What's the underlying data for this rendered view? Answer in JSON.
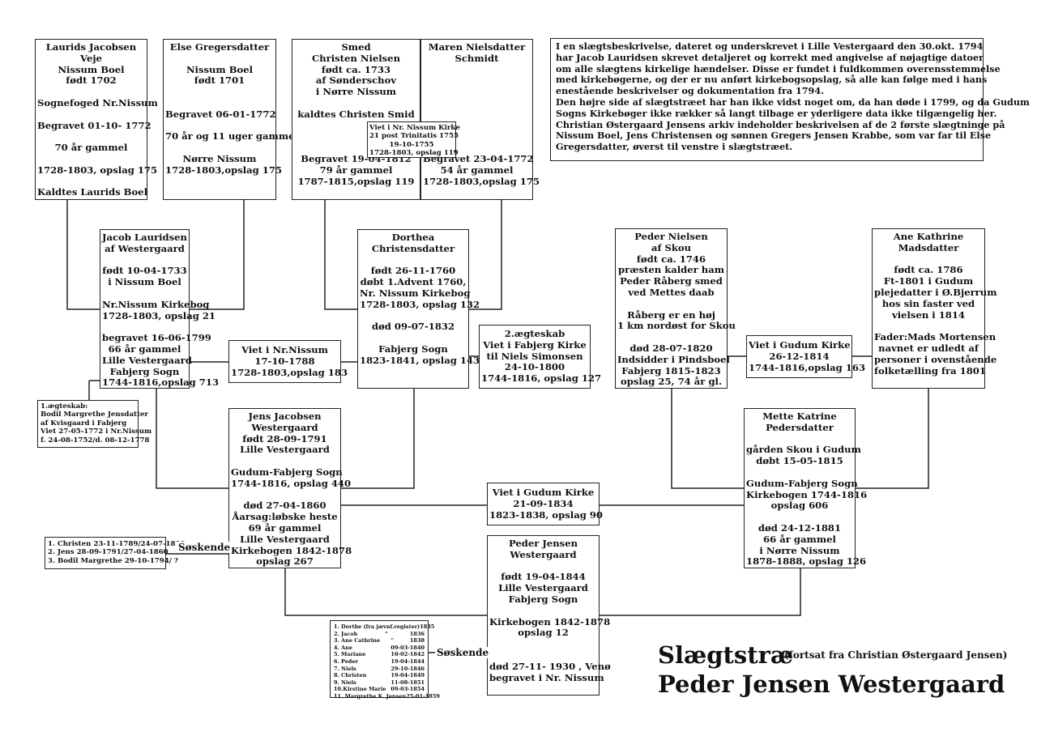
{
  "persons": {
    "laurids": [
      "Laurids Jacobsen",
      "Veje",
      "Nissum Boel",
      "født 1702",
      "",
      "Sognefoged Nr.Nissum",
      "",
      "Begravet 01-10- 1772",
      "",
      "70 år gammel",
      "",
      "1728-1803, opslag 175",
      "",
      "Kaldtes Laurids Boel"
    ],
    "else": [
      "Else Gregersdatter",
      "",
      "Nissum Boel",
      "født 1701",
      "",
      "",
      "Begravet 06-01-1772",
      "",
      "70 år og 11 uger gammel",
      "",
      "Nørre Nissum",
      "1728-1803,opslag 175"
    ],
    "christen": [
      "Smed",
      "Christen Nielsen",
      "født ca. 1733",
      "af Sønderschov",
      "i Nørre Nissum",
      "",
      "kaldtes Christen Smid",
      "",
      "",
      "",
      "Begravet 19-04-1812",
      "79 år gammel",
      "1787-1815,opslag 119"
    ],
    "maren": [
      "Maren Nielsdatter",
      "Schmidt",
      "",
      "",
      "",
      "",
      "",
      "",
      "",
      "",
      "Begravet 23-04-1772",
      "54 år gammel",
      "1728-1803,opslag 175"
    ],
    "jacob": [
      "Jacob Lauridsen",
      "af Westergaard",
      "",
      "født 10-04-1733",
      "i Nissum Boel",
      "",
      "Nr.Nissum Kirkebog",
      "1728-1803, opslag 21",
      "",
      "begravet 16-06-1799",
      "66 år gammel",
      "Lille Vestergaard",
      "Fabjerg Sogn",
      "1744-1816,opslag 713"
    ],
    "dorthea": [
      "Dorthea",
      "Christensdatter",
      "",
      "født 26-11-1760",
      "døbt 1.Advent 1760,",
      "Nr. Nissum Kirkebog",
      "1728-1803, opslag 132",
      "",
      "død 09-07-1832",
      "",
      "Fabjerg Sogn",
      "1823-1841, opslag 143"
    ],
    "peder_n": [
      "Peder Nielsen",
      "af Skou",
      "født ca. 1746",
      "præsten kalder ham",
      "Peder Råberg smed",
      "ved Mettes daab",
      "",
      "Råberg er en høj",
      "1 km nordøst for Skou",
      "",
      "død 28-07-1820",
      "Indsidder i Pindsboel",
      "Fabjerg 1815-1823",
      "opslag 25, 74 år gl."
    ],
    "ane": [
      "Ane Kathrine",
      "Madsdatter",
      "",
      "født ca. 1786",
      "Ft-1801 i Gudum",
      "plejedatter i Ø.Bjerrum",
      "hos sin faster ved",
      "vielsen i 1814",
      "",
      "Fader:Mads Mortensen",
      "navnet er udledt af",
      "personer i ovenstående",
      "folketælling fra 1801"
    ],
    "jens": [
      "Jens Jacobsen",
      "Westergaard",
      "født 28-09-1791",
      "Lille Vestergaard",
      "",
      "Gudum-Fabjerg Sogn",
      "1744-1816, opslag 440",
      "",
      "død 27-04-1860",
      "Åarsag:løbske heste",
      "69 år gammel",
      "Lille Vestergaard",
      "Kirkebogen 1842-1878",
      "opslag 267"
    ],
    "mette": [
      "Mette Katrine",
      "Pedersdatter",
      "",
      "gården Skou i Gudum",
      "døbt 15-05-1815",
      "",
      "Gudum-Fabjerg Sogn",
      "Kirkebogen 1744-1816",
      "opslag 606",
      "",
      "død 24-12-1881",
      "66 år gammel",
      "i Nørre Nissum",
      "1878-1888, opslag 126"
    ],
    "peder_j": [
      "Peder Jensen",
      "Westergaard",
      "",
      "født 19-04-1844",
      "Lille Vestergaard",
      "Fabjerg Sogn",
      "",
      "Kirkebogen 1842-1878",
      "opslag 12",
      "",
      "",
      "død 27-11- 1930 , Venø",
      "begravet i Nr. Nissum"
    ]
  },
  "marriages": {
    "christen_maren": [
      "Viet i Nr. Nissum Kirke",
      "21 post Trinitatis 1755",
      "19-10-1755",
      "1728-1803, opslag 119"
    ],
    "jacob_dorthea": [
      "Viet i Nr.Nissum",
      "17-10-1788",
      "1728-1803,opslag 183"
    ],
    "dorthea_second": [
      "2.ægteskab",
      "Viet i Fabjerg Kirke",
      "til Niels Simonsen",
      "24-10-1800",
      "1744-1816, opslag 127"
    ],
    "jacob_first": [
      "1.ægteskab:",
      "Bodil Margrethe Jensdatter",
      "af Kvisgaard i Fabjerg",
      "Viet 27-05-1772 i Nr.Nissum",
      "f. 24-08-1752/d. 08-12-1778"
    ],
    "peder_ane": [
      "Viet i Gudum Kirke",
      "26-12-1814",
      "1744-1816,opslag 163"
    ],
    "jens_mette": [
      "Viet i Gudum Kirke",
      "21-09-1834",
      "1823-1838, opslag 90"
    ]
  },
  "siblings_jens": {
    "label": "Søskende",
    "items": [
      "1. Christen 23-11-1789/24-07-1810",
      "2. Jens 28-09-1791/27-04-1860",
      "3. Bodil Margrethe 29-10-1794/ ?"
    ]
  },
  "siblings_peder": {
    "label": "Søskende",
    "items": [
      {
        "name": "1. Dorthe (fra jævnf.register)",
        "date": "1835"
      },
      {
        "name": "2. Jacob               \"",
        "date": "1836"
      },
      {
        "name": "3. Ane Cathrine      \"",
        "date": "1838"
      },
      {
        "name": "4. Ane",
        "date": "09-03-1840"
      },
      {
        "name": "5. Mariane",
        "date": "10-02-1842"
      },
      {
        "name": "6. Peder",
        "date": "19-04-1844"
      },
      {
        "name": "7. Niels",
        "date": "29-10-1846"
      },
      {
        "name": "8. Christen",
        "date": "19-04-1849"
      },
      {
        "name": "9. Niels",
        "date": "11-08-1851"
      },
      {
        "name": "10.Kirstine Marie",
        "date": "09-03-1854"
      },
      {
        "name": "11. Margrethe K. Jensen",
        "date": "25-01-1859"
      }
    ]
  },
  "note": [
    "I en slægtsbeskrivelse, dateret og underskrevet i Lille Vestergaard den 30.okt. 1794",
    "har Jacob Lauridsen skrevet detaljeret og korrekt med angivelse af nøjagtige datoer",
    "om alle slægtens kirkelige hændelser. Disse er fundet i fuldkommen overensstemmelse",
    "med kirkebøgerne, og der er nu anført kirkebogsopslag, så alle kan følge med i hans",
    "enestående beskrivelser og dokumentation fra 1794.",
    "Den højre side af slægtstræet har han ikke vidst noget om, da han døde i 1799, og da Gudum",
    "Sogns Kirkebøger ikke rækker så langt tilbage er yderligere data ikke tilgængelig her.",
    "Christian Østergaard Jensens arkiv  indeholder beskrivelsen af de 2 første slægtninge på",
    "Nissum Boel, Jens Christensen og sønnen Gregers Jensen Krabbe, som var far til Else",
    "Gregersdatter, øverst til venstre i slægtstræet."
  ],
  "title": {
    "line1": "Slægtstræ",
    "subtitle": "(fortsat fra Christian Østergaard Jensen)",
    "line2": "Peder Jensen Westergaard"
  }
}
